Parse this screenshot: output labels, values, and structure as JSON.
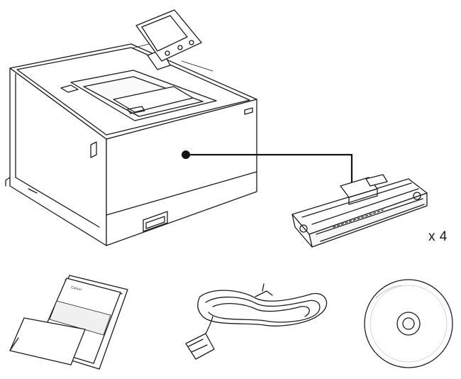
{
  "toner": {
    "quantity_label": "x 4"
  },
  "manual": {
    "brand_text": "Canon"
  },
  "items": [
    {
      "name": "printer"
    },
    {
      "name": "toner-cartridge"
    },
    {
      "name": "manuals"
    },
    {
      "name": "power-cord"
    },
    {
      "name": "cd-rom"
    }
  ]
}
